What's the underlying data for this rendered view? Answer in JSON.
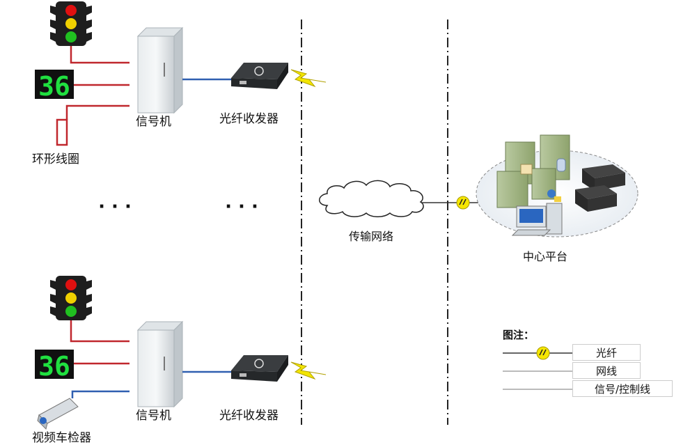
{
  "labels": {
    "signal_machine_top": "信号机",
    "transceiver_top": "光纤收发器",
    "loop_coil": "环形线圈",
    "signal_machine_bottom": "信号机",
    "transceiver_bottom": "光纤收发器",
    "video_detector": "视频车检器",
    "network": "传输网络",
    "center": "中心平台"
  },
  "countdown": {
    "top": "36",
    "bottom": "36"
  },
  "ellipsis": {
    "left": "· · ·",
    "right": "· · ·"
  },
  "legend": {
    "title": "图注：",
    "fiber": "光纤",
    "network_line": "网线",
    "signal_line": "信号/控制线"
  },
  "colors": {
    "signal_line": "#c0272d",
    "network_line": "#2f5fb0",
    "fiber_connector": "#f5e600",
    "bolt": "#f2e500",
    "light_red": "#e01010",
    "light_yellow": "#f0d000",
    "light_green": "#20c020",
    "digit_green": "#20e040"
  }
}
